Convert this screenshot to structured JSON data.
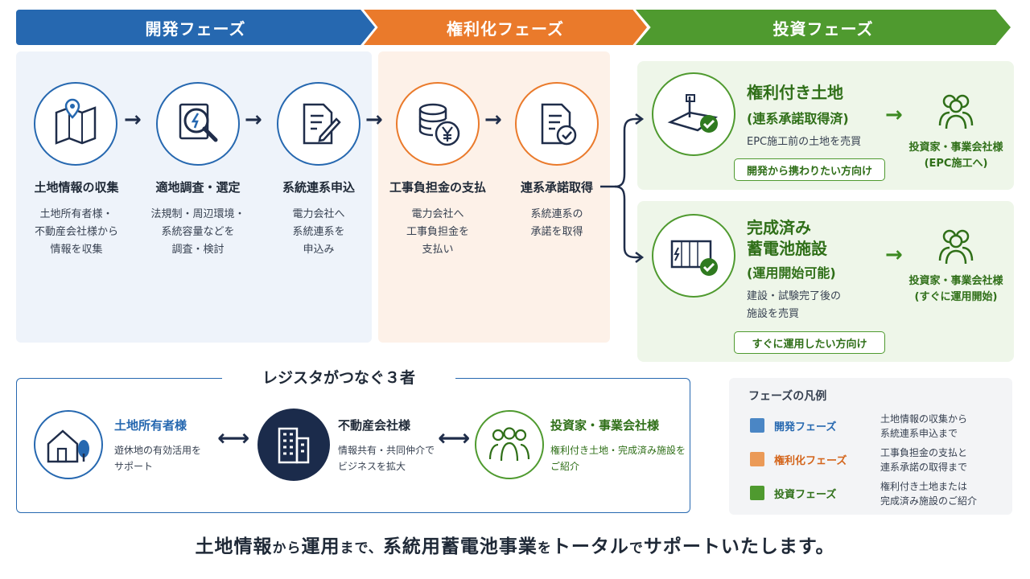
{
  "phases": {
    "development": {
      "label": "開発フェーズ",
      "color": "#2668b0"
    },
    "rights": {
      "label": "権利化フェーズ",
      "color": "#ea7a2b"
    },
    "investment": {
      "label": "投資フェーズ",
      "color": "#4f9a2f"
    }
  },
  "steps": [
    {
      "title": "土地情報の収集",
      "desc": [
        "土地所有者様・",
        "不動産会社様から",
        "情報を収集"
      ]
    },
    {
      "title": "適地調査・選定",
      "desc": [
        "法規制・周辺環境・",
        "系統容量などを",
        "調査・検討"
      ]
    },
    {
      "title": "系統連系申込",
      "desc": [
        "電力会社へ",
        "系統連系を",
        "申込み"
      ]
    },
    {
      "title": "工事負担金の支払",
      "desc": [
        "電力会社へ",
        "工事負担金を",
        "支払い"
      ]
    },
    {
      "title": "連系承諾取得",
      "desc": [
        "系統連系の",
        "承諾を取得"
      ]
    }
  ],
  "investment_options": [
    {
      "title": [
        "権利付き土地"
      ],
      "subtitle": "(連系承諾取得済)",
      "desc": [
        "EPC施工前の土地を売買"
      ],
      "tag": "開発から携わりたい方向け",
      "target": [
        "投資家・事業会社様",
        "(EPC施工へ)"
      ]
    },
    {
      "title": [
        "完成済み",
        "蓄電池施設"
      ],
      "subtitle": "(運用開始可能)",
      "desc": [
        "建設・試験完了後の",
        "施設を売買"
      ],
      "tag": "すぐに運用したい方向け",
      "target": [
        "投資家・事業会社様",
        "(すぐに運用開始)"
      ]
    }
  ],
  "three_parties": {
    "title": "レジスタがつなぐ３者",
    "parties": [
      {
        "name": "土地所有者様",
        "desc": [
          "遊休地の有効活用を",
          "サポート"
        ],
        "color": "#2668b0"
      },
      {
        "name": "不動産会社様",
        "desc": [
          "情報共有・共同仲介で",
          "ビジネスを拡大"
        ],
        "color": "#1f2d4a"
      },
      {
        "name": "投資家・事業会社様",
        "desc": [
          "権利付き土地・完成済み施設を",
          "ご紹介"
        ],
        "color": "#2f6f18"
      }
    ],
    "connector": "⟷"
  },
  "legend": {
    "title": "フェーズの凡例",
    "items": [
      {
        "label": "開発フェーズ",
        "color": "#4a86c5",
        "text_color": "#2668b0",
        "desc": [
          "土地情報の収集から",
          "系統連系申込まで"
        ]
      },
      {
        "label": "権利化フェーズ",
        "color": "#eb9a57",
        "text_color": "#d4651b",
        "desc": [
          "工事負担金の支払と",
          "連系承諾の取得まで"
        ]
      },
      {
        "label": "投資フェーズ",
        "color": "#4f9a2f",
        "text_color": "#2f6f18",
        "desc": [
          "権利付き土地または",
          "完成済み施設のご紹介"
        ]
      }
    ]
  },
  "footer": {
    "parts": [
      {
        "text": "土地情報",
        "size": "big"
      },
      {
        "text": "から",
        "size": "small"
      },
      {
        "text": "運用",
        "size": "big"
      },
      {
        "text": "まで、",
        "size": "small"
      },
      {
        "text": "系統用蓄電池事業",
        "size": "big"
      },
      {
        "text": "を",
        "size": "small"
      },
      {
        "text": "トータル",
        "size": "big"
      },
      {
        "text": "で",
        "size": "small"
      },
      {
        "text": "サポート",
        "size": "big"
      },
      {
        "text": "いたします。",
        "size": "big"
      }
    ]
  },
  "arrow_symbol": "→"
}
